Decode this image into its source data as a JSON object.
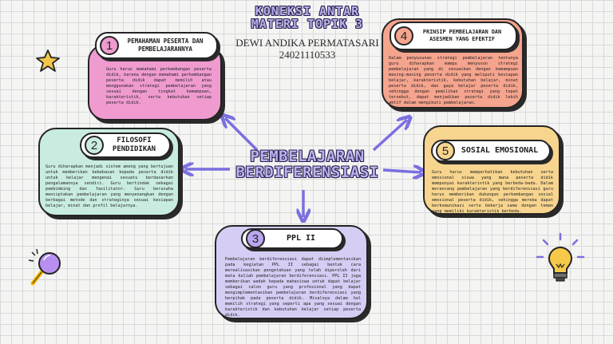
{
  "title": {
    "line1": "KONEKSI ANTAR",
    "line2": "MATERI TOPIK 3"
  },
  "author": {
    "name": "DEWI ANDIKA PERMATASARI",
    "id": "24021110533"
  },
  "center": {
    "line1": "PEMBELAJARAN",
    "line2": "BERDIFERENSIASI"
  },
  "cards": {
    "c1": {
      "number": "1",
      "label": "PEMAHAMAN PESERTA DAN PEMBELAJARANNYA",
      "color": "#ef9bd0",
      "text": "Guru harus memahami perkembangan peserta didik, karena dengan memahami perkembangan peserta didik dapat memilih atau menggunakan strategi pembelajaran yang sesuai dengan tingkat kemampuan, karakteristik, serta kebutuhan setiap peserta didik."
    },
    "c2": {
      "number": "2",
      "label": "FILOSOFI PENDIDIKAN",
      "color": "#c9ece0",
      "text": "Guru diharapkan menjadi sistem among yang bertujuan untuk memberikan kebebasan kepada peserta didik untuk belajar mengenai sesuatu berdasarkan pengalamannya sendiri. Guru bertindak sebagai pembimbing dan fasilitator. Guru berusaha menciptakan pembelajaran yang menyenangkan dengan berbagai metode dan strateginya sesuai kesiapan belajar, minat dan profil belajarnya."
    },
    "c3": {
      "number": "3",
      "label": "PPL II",
      "color": "#d5cdf3",
      "text": "Pembelajaran berdiferensiasi dapat diimplementasikan pada kegiatan PPL II sebagai bentuk cara merealisasikan pengetahuan yang telah diperoleh dari mata kuliah pembelajaran berdiferensiasi. PPL II juga memberikan wadah kepada mahasiswa untuk dapat belajar sebagai calon guru yang profesional yang dapat mengimplementasikan pembelajaran berdiferensiasi yang berpihak pada peserta didik. Misalnya dalam hal memilih strategi yang seperti apa yang sesuai dengan karakteristik dan kebutuhan belajar setiap peserta didik."
    },
    "c4": {
      "number": "4",
      "label": "PRINSIP PEMBELAJARAN DAN ASESMEN YANG EFEKTIF",
      "color": "#f5a48e",
      "text": "Dalam penyusunan strategi pembelajaran tentunya guru diharapkan mampu menyusun strategi pembelajaran yang di sesuaikan dengan kemampuan masing-masing peserta didik yang meliputi kesiapan belajar, karakteristik, kebutuhan belajar, minat peserta didik, dan gaya belajar peserta didik, sehingga dengan pemilihan strategi yang tepat tersebut, dapat menjadikan peserta didik lebih aktif dalam mengikuti pembelajaran."
    },
    "c5": {
      "number": "5",
      "label": "SOSIAL EMOSIONAL",
      "color": "#f7d58f",
      "text": "Guru harus memperhatikan kebutuhan serta emosional siswa yang mana peserta didik mempunyai karakteristik yang berbeda-beda. Dalam merancang pembelajaran yang berdiferensiasi guru harus memberikan dukungan perkembangan sosial emosional peserta didik, sehingga mereka dapat berkomunikasi serta bekerja sama dengan teman yang memiliki karakteristik berbeda."
    }
  },
  "colors": {
    "arrow": "#7b6fe0",
    "outline": "#2b2352"
  }
}
